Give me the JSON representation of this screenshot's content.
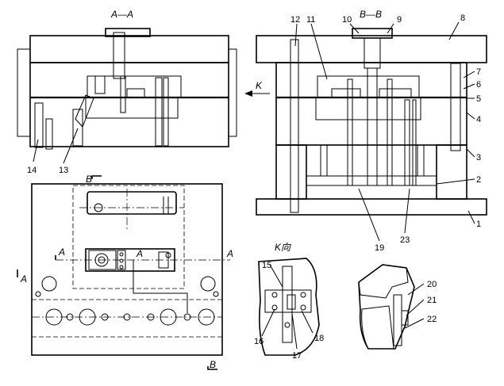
{
  "views": {
    "section_aa": "A—A",
    "section_bb": "B—B",
    "view_k": "K向",
    "arrow_k": "K",
    "mark_a": "A",
    "mark_b": "B"
  },
  "part_numbers": [
    "1",
    "2",
    "3",
    "4",
    "5",
    "6",
    "7",
    "8",
    "9",
    "10",
    "11",
    "12",
    "13",
    "14",
    "15",
    "16",
    "17",
    "18",
    "19",
    "20",
    "21",
    "22",
    "23"
  ]
}
